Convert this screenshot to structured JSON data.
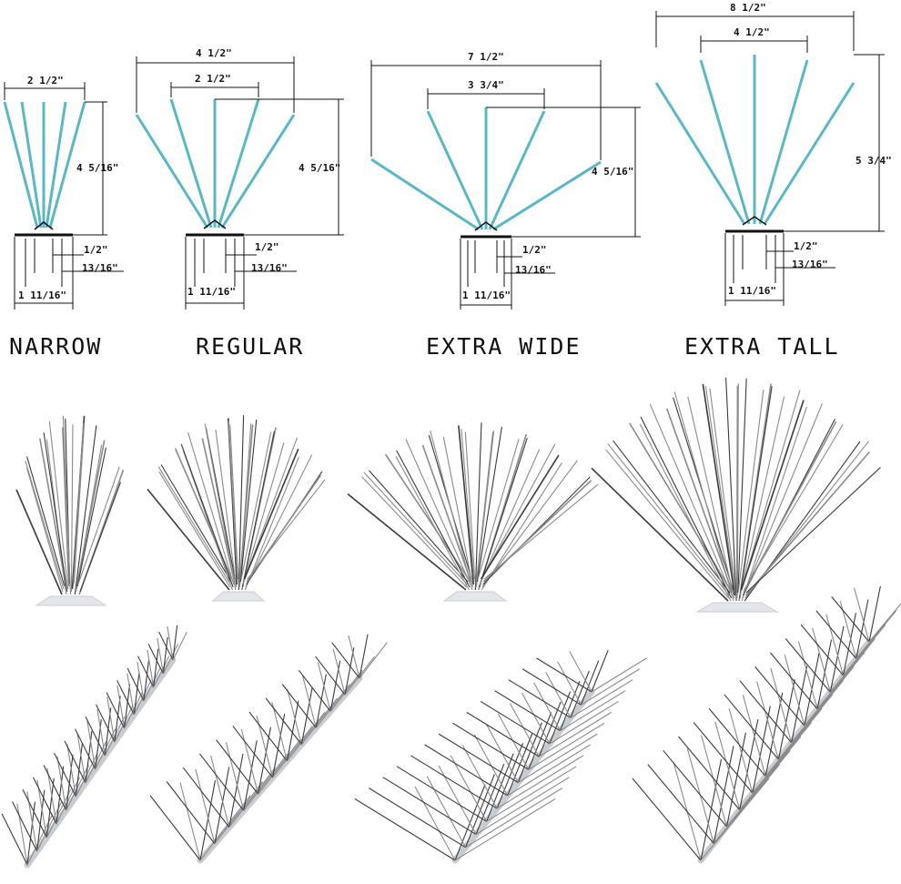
{
  "colors": {
    "diagram_spike": "#5ab8c4",
    "dimension_line": "#111111",
    "photo_spike_dark": "#3a3a3a",
    "photo_spike_light": "#8a8a8a",
    "base_plastic": "#e3e6ea"
  },
  "models": [
    {
      "name": "NARROW",
      "width_top": "2 1/2\"",
      "height": "4 5/16\"",
      "base_inner": "1/2\"",
      "base_mid": "13/16\"",
      "base_outer": "1 11/16\""
    },
    {
      "name": "REGULAR",
      "width_outer": "4 1/2\"",
      "width_inner": "2 1/2\"",
      "height": "4 5/16\"",
      "base_inner": "1/2\"",
      "base_mid": "13/16\"",
      "base_outer": "1 11/16\""
    },
    {
      "name": "EXTRA WIDE",
      "width_outer": "7 1/2\"",
      "width_inner": "3 3/4\"",
      "height": "4 5/16\"",
      "base_inner": "1/2\"",
      "base_mid": "13/16\"",
      "base_outer": "1 11/16\""
    },
    {
      "name": "EXTRA TALL",
      "width_outer": "8 1/2\"",
      "width_inner": "4 1/2\"",
      "height": "5 3/4\"",
      "base_inner": "1/2\"",
      "base_mid": "13/16\"",
      "base_outer": "1 11/16\""
    }
  ]
}
